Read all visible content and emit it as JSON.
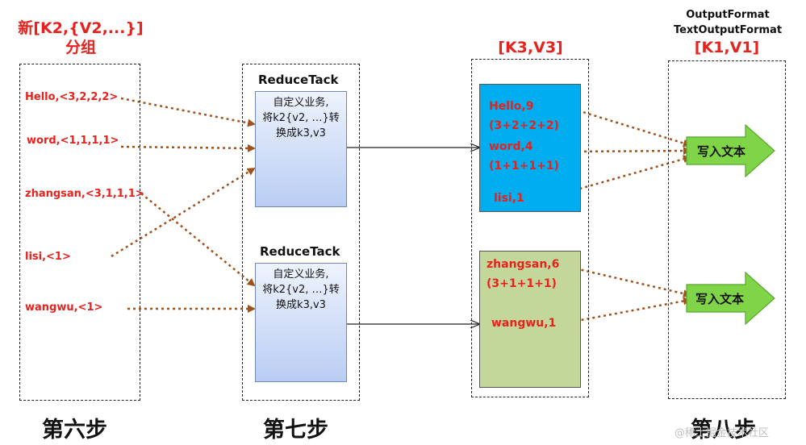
{
  "headers": {
    "step6_title_line1": "新[K2,{V2,...}]",
    "step6_title_line2": "分组",
    "result_title": "[K3,V3]",
    "output_line1": "OutputFormat",
    "output_line2": "TextOutputFormat",
    "output_kv": "[K1,V1]"
  },
  "groups": [
    {
      "text": "Hello,<3,2,2,2>"
    },
    {
      "text": "word,<1,1,1,1>"
    },
    {
      "text": "zhangsan,<3,1,1,1>"
    },
    {
      "text": "lisi,<1>"
    },
    {
      "text": "wangwu,<1>"
    }
  ],
  "reduce_tasks": [
    {
      "label": "ReduceTack",
      "line1": "自定义业务,",
      "line2": "将k2{v2, …}转",
      "line3": "换成k3,v3"
    },
    {
      "label": "ReduceTack",
      "line1": "自定义业务,",
      "line2": "将k2{v2, …}转",
      "line3": "换成k3,v3"
    }
  ],
  "results": {
    "box1": {
      "color": "#00aeef",
      "items": [
        "Hello,9",
        "(3+2+2+2)",
        "word,4",
        "(1+1+1+1)",
        "lisi,1"
      ]
    },
    "box2": {
      "color": "#c4d79b",
      "items": [
        "zhangsan,6",
        "(3+1+1+1)",
        "wangwu,1"
      ]
    }
  },
  "write_arrows": [
    {
      "label": "写入文本",
      "color": "#7fd447"
    },
    {
      "label": "写入文本",
      "color": "#7fd447"
    }
  ],
  "steps": [
    "第六步",
    "第七步",
    "第八步"
  ],
  "watermark": "@稀土掘金技术社区",
  "colors": {
    "accent_red": "#e8211d",
    "dotted_arrow": "#a0521d"
  }
}
